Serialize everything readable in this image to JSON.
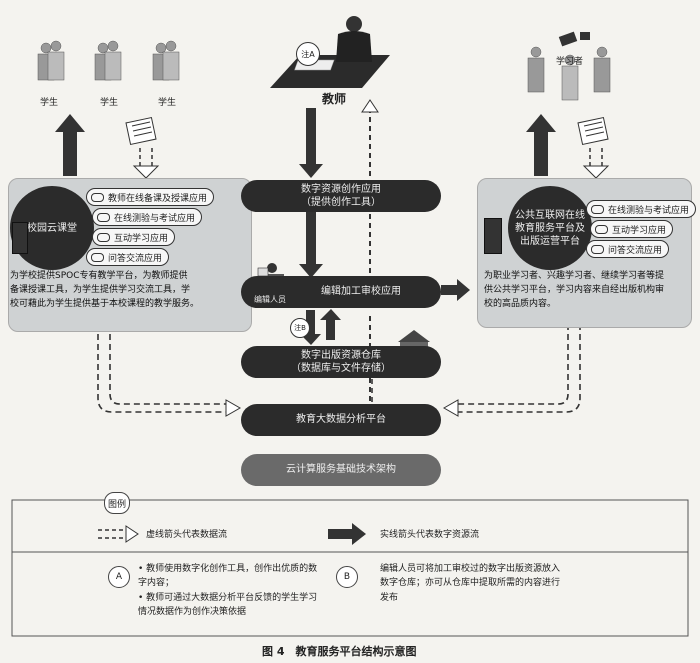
{
  "top": {
    "teacher_label": "教师",
    "marker_a": "注A",
    "students_left": [
      "学生",
      "学生",
      "学生"
    ],
    "learner_label": "学习者"
  },
  "center": {
    "create_app": {
      "line1": "数字资源创作应用",
      "line2": "（提供创作工具）"
    },
    "edit_app": "编辑加工审校应用",
    "editor_label": "编辑人员",
    "marker_b": "注B",
    "repository": {
      "line1": "数字出版资源仓库",
      "line2": "（数据库与文件存储）"
    },
    "analytics": "教育大数据分析平台",
    "cloud": "云计算服务基础技术架构"
  },
  "left_panel": {
    "disc_label": "校园云课堂",
    "apps": [
      "教师在线备课及授课应用",
      "在线测验与考试应用",
      "互动学习应用",
      "问答交流应用"
    ],
    "description": [
      "为学校提供SPOC专有教学平台，为教师提供",
      "备课授课工具，为学生提供学习交流工具，学",
      "校可藉此为学生提供基于本校课程的教学服务。"
    ]
  },
  "right_panel": {
    "disc_label": [
      "公共互联网在线",
      "教育服务平台及",
      "出版运营平台"
    ],
    "apps": [
      "在线测验与考试应用",
      "互动学习应用",
      "问答交流应用"
    ],
    "description": [
      "为职业学习者、兴趣学习者、继续学习者等提",
      "供公共学习平台，学习内容来自经出版机构审",
      "校的高品质内容。"
    ]
  },
  "legend": {
    "title": "图例",
    "dashed_text": "虚线箭头代表数据流",
    "solid_text": "实线箭头代表数字资源流",
    "note_a_marker": "A",
    "note_a": [
      "• 教师使用数字化创作工具，创作出优质的数",
      "字内容；",
      "• 教师可通过大数据分析平台反馈的学生学习",
      "情况数据作为创作决策依据"
    ],
    "note_b_marker": "B",
    "note_b": [
      "编辑人员可将加工审校过的数字出版资源放入",
      "数字仓库；亦可从仓库中提取所需的内容进行",
      "发布"
    ]
  },
  "caption": "图 4　教育服务平台结构示意图",
  "colors": {
    "dark": "#2b2b2b",
    "panel": "#cfd2d3",
    "arrow": "#333333",
    "background": "#f4f3ef"
  }
}
